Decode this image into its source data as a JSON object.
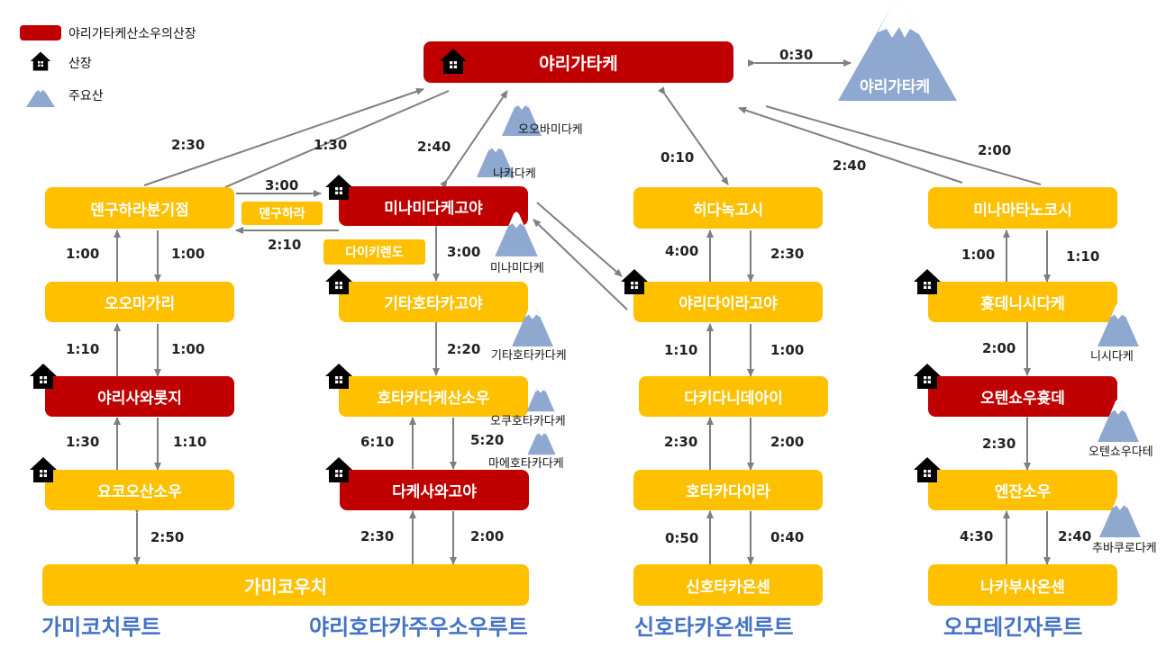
{
  "legend": {
    "route_hut": "야리가타케산소우의산장",
    "hut": "산장",
    "mountain": "주요산"
  },
  "nodes": {
    "yarigatake": "야리가타케",
    "tengu": "덴구하라분기점",
    "minami": "미나미다케고야",
    "hida": "히다녹고시",
    "minamata": "미나마타노코시",
    "oomagari": "오오마가리",
    "kitahotaka": "기타호타카고야",
    "yaridaira": "야리다이라고야",
    "hyutte": "흇데니시다케",
    "yarisawa": "야리사와롯지",
    "hotaka_sanso": "호타카다케산소우",
    "takidani": "다키다니데아이",
    "oten": "오텐쇼우흇데",
    "yoko": "요코오산소우",
    "takesawa": "다케사와고야",
    "hotakadaira": "호타카다이라",
    "enzan": "엔잔소우",
    "kamikochi": "가미코우치",
    "shinhotaka": "신호타카온센",
    "nakabusa": "나카부사온센"
  },
  "tags": {
    "tengu": "덴구하라",
    "daikiretto": "다이키렌도"
  },
  "mountains": {
    "yari": "야리가타케",
    "oobami": "오오바미다케",
    "naka": "나카다케",
    "minami": "미나미다케",
    "kitahotaka": "기타호타카다케",
    "okuhotaka": "오쿠호타카다케",
    "maehotaka": "마에호타카다케",
    "nishi": "니시다케",
    "oten": "오텐쇼우다테",
    "tsubakuro": "추바쿠로다케"
  },
  "times": {
    "t_030": "0:30",
    "t_230a": "2:30",
    "t_130a": "1:30",
    "t_240a": "2:40",
    "t_010": "0:10",
    "t_240b": "2:40",
    "t_200a": "2:00",
    "t_300a": "3:00",
    "t_210": "2:10",
    "t_100a": "1:00",
    "t_100b": "1:00",
    "t_300b": "3:00",
    "t_400": "4:00",
    "t_230b": "2:30",
    "t_100c": "1:00",
    "t_110a": "1:10",
    "t_110b": "1:10",
    "t_100d": "1:00",
    "t_220": "2:20",
    "t_110c": "1:10",
    "t_100e": "1:00",
    "t_200b": "2:00",
    "t_130b": "1:30",
    "t_110d": "1:10",
    "t_610": "6:10",
    "t_520": "5:20",
    "t_230c": "2:30",
    "t_200c": "2:00",
    "t_230d": "2:30",
    "t_250": "2:50",
    "t_230e": "2:30",
    "t_200d": "2:00",
    "t_050": "0:50",
    "t_040": "0:40",
    "t_430": "4:30",
    "t_240c": "2:40"
  },
  "routes": {
    "kamikochi": "가미코치루트",
    "yarihotaka": "야리호타카주우소우루트",
    "shinhotaka": "신호타카온센루트",
    "omote": "오모테긴자루트"
  },
  "colors": {
    "route_hut": "#C00000",
    "hut_box": "#FFC000",
    "route_text": "#4472C4",
    "mountain": "#8FA8D0"
  }
}
